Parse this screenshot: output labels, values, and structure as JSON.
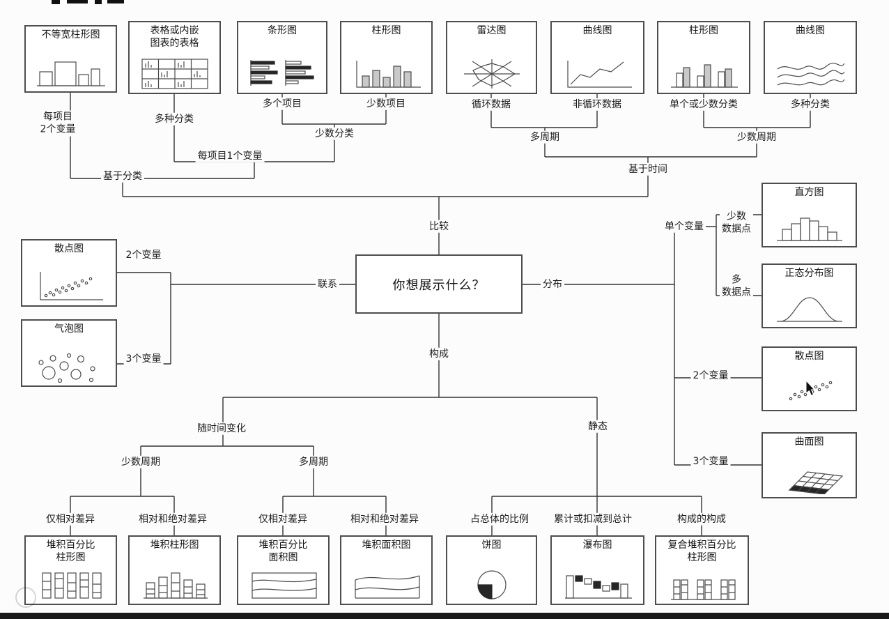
{
  "center": {
    "question": "你想展示什么？"
  },
  "branches": {
    "comparison": "比较",
    "relationship": "联系",
    "distribution": "分布",
    "composition": "构成"
  },
  "edge_labels": {
    "per_item_two_vars": "每项目\n2个变量",
    "table_many_categories": "多种分类",
    "many_items": "多个项目",
    "few_items": "少数项目",
    "few_categories": "少数分类",
    "one_var_per_item": "每项目1个变量",
    "category_based": "基于分类",
    "cyclical_data": "循环数据",
    "non_cyclical_data": "非循环数据",
    "many_periods_top": "多周期",
    "single_or_few_categories": "单个或少数分类",
    "line_many_categories": "多种分类",
    "few_periods_top": "少数周期",
    "time_based": "基于时间",
    "two_vars_left": "2个变量",
    "three_vars_left": "3个变量",
    "single_variable": "单个变量",
    "few_data_points": "少数\n数据点",
    "many_data_points": "多\n数据点",
    "two_vars_right": "2个变量",
    "three_vars_right": "3个变量",
    "changing_over_time": "随时间变化",
    "static_label": "静态",
    "few_periods_bottom": "少数周期",
    "many_periods_bottom": "多周期",
    "col_relative_only": "仅相对差异",
    "col_relative_absolute": "相对和绝对差异",
    "area_relative_only": "仅相对差异",
    "area_relative_absolute": "相对和绝对差异",
    "share_of_total": "占总体的比例",
    "accumulation_to_total": "累计或扣减到总计",
    "components_of_components": "构成的构成"
  },
  "chart_boxes": {
    "variable_width_column": "不等宽柱形图",
    "table_with_charts": "表格或内嵌\n图表的表格",
    "bar_chart": "条形图",
    "column_chart": "柱形图",
    "radar_chart": "雷达图",
    "line_chart": "曲线图",
    "grouped_column_chart": "柱形图",
    "multi_line_chart": "曲线图",
    "histogram": "直方图",
    "normal_distribution": "正态分布图",
    "scatter_right": "散点图",
    "surface_chart": "曲面图",
    "scatter_left": "散点图",
    "bubble_chart": "气泡图",
    "stacked_pct_column": "堆积百分比\n柱形图",
    "stacked_column": "堆积柱形图",
    "stacked_pct_area": "堆积百分比\n面积图",
    "stacked_area": "堆积面积图",
    "pie_chart": "饼图",
    "waterfall_chart": "瀑布图",
    "composite_stacked_pct_column": "复合堆积百分比\n柱形图"
  }
}
